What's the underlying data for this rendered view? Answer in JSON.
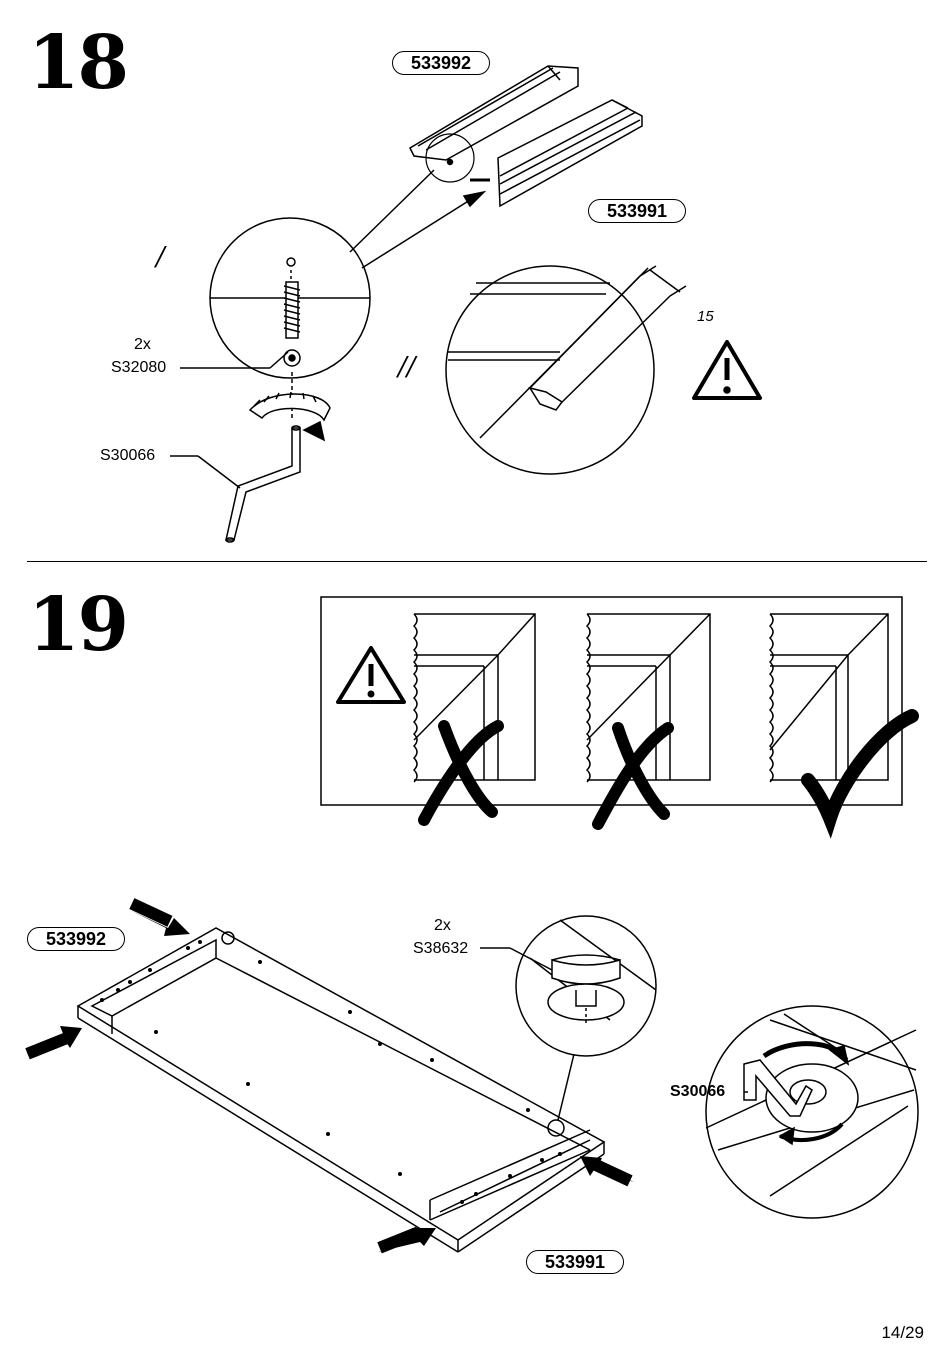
{
  "page": {
    "number": "14/29"
  },
  "step18": {
    "number": "18",
    "part_top": "533992",
    "part_bottom": "533991",
    "screw_qty": "2x",
    "screw_code": "S32080",
    "tool_code": "S30066",
    "view1_mark": "/",
    "view2_mark": "//",
    "dimension": "15"
  },
  "step19": {
    "number": "19",
    "part_left": "533992",
    "part_bottom": "533991",
    "cam_qty": "2x",
    "cam_code": "S38632",
    "tool_code": "S30066"
  },
  "icons": [
    "warning-icon",
    "cross-mark-icon",
    "check-mark-icon",
    "arrow-icon",
    "rotation-arrow-icon"
  ]
}
